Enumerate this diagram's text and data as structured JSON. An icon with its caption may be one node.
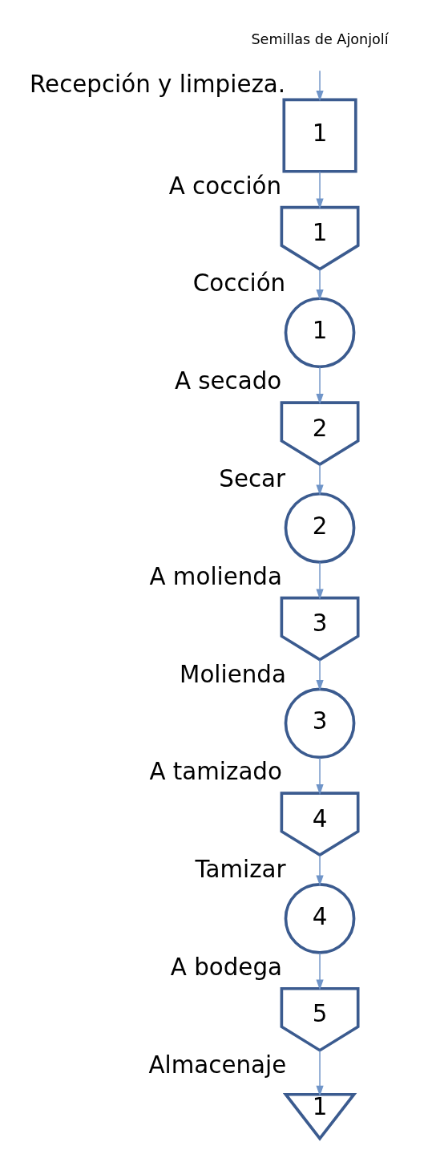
{
  "diagram": {
    "nodes": [
      {
        "text": [
          "Semillas de Ajonjolí"
        ]
      },
      {
        "text": [
          "1"
        ],
        "beside": [
          "Recepción y limpieza."
        ]
      },
      {
        "text": [
          "1"
        ],
        "beside": [
          "A cocción"
        ]
      },
      {
        "text": [
          "1"
        ],
        "beside": [
          "Cocción"
        ]
      },
      {
        "text": [
          "2"
        ],
        "beside": [
          "A secado"
        ]
      },
      {
        "text": [
          "2"
        ],
        "beside": [
          "Secar"
        ]
      },
      {
        "text": [
          "3"
        ],
        "beside": [
          "A molienda"
        ]
      },
      {
        "text": [
          "3"
        ],
        "beside": [
          "Molienda"
        ]
      },
      {
        "text": [
          "4"
        ],
        "beside": [
          "A tamizado"
        ]
      },
      {
        "text": [
          "4"
        ],
        "beside": [
          "Tamizar"
        ]
      },
      {
        "text": [
          "5"
        ],
        "beside": [
          "A bodega"
        ]
      },
      {
        "text": [
          "1"
        ],
        "beside": [
          "Almacenaje"
        ]
      }
    ],
    "edges": [
      {
        "from": 0,
        "to": 1,
        "arrow": "to"
      },
      {
        "from": 1,
        "to": 2,
        "arrow": "to"
      },
      {
        "from": 2,
        "to": 3,
        "arrow": "to"
      },
      {
        "from": 3,
        "to": 4,
        "arrow": "to"
      },
      {
        "from": 4,
        "to": 5,
        "arrow": "to"
      },
      {
        "from": 5,
        "to": 6,
        "arrow": "to"
      },
      {
        "from": 6,
        "to": 7,
        "arrow": "to"
      },
      {
        "from": 7,
        "to": 8,
        "arrow": "to"
      },
      {
        "from": 8,
        "to": 9,
        "arrow": "to"
      },
      {
        "from": 9,
        "to": 10,
        "arrow": "to"
      },
      {
        "from": 10,
        "to": 11,
        "arrow": "to"
      }
    ]
  }
}
